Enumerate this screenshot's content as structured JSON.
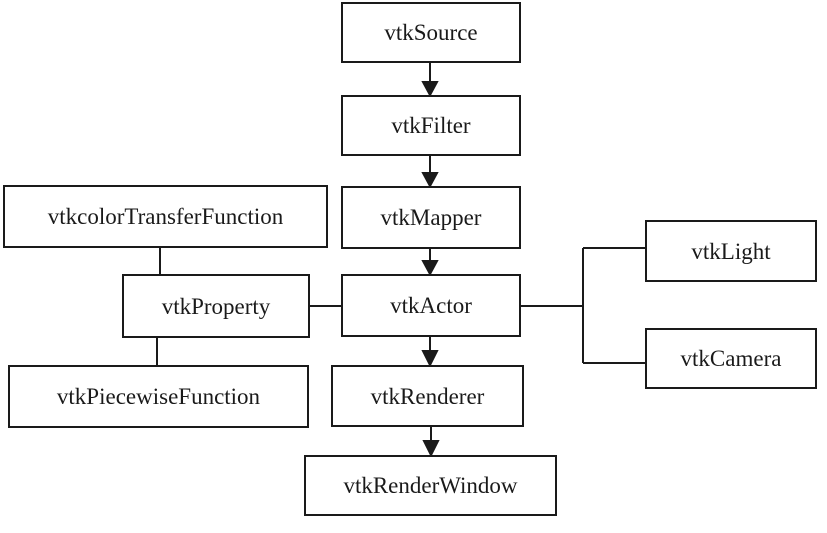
{
  "diagram": {
    "type": "flowchart",
    "nodes": {
      "source": "vtkSource",
      "filter": "vtkFilter",
      "mapper": "vtkMapper",
      "actor": "vtkActor",
      "renderer": "vtkRenderer",
      "render_window": "vtkRenderWindow",
      "color_transfer_function": "vtkcolorTransferFunction",
      "property": "vtkProperty",
      "piecewise_function": "vtkPiecewiseFunction",
      "light": "vtkLight",
      "camera": "vtkCamera"
    },
    "edges": [
      {
        "from": "vtkSource",
        "to": "vtkFilter",
        "style": "arrow"
      },
      {
        "from": "vtkFilter",
        "to": "vtkMapper",
        "style": "arrow"
      },
      {
        "from": "vtkMapper",
        "to": "vtkActor",
        "style": "arrow"
      },
      {
        "from": "vtkActor",
        "to": "vtkRenderer",
        "style": "arrow"
      },
      {
        "from": "vtkRenderer",
        "to": "vtkRenderWindow",
        "style": "arrow"
      },
      {
        "from": "vtkcolorTransferFunction",
        "to": "vtkProperty",
        "style": "line"
      },
      {
        "from": "vtkProperty",
        "to": "vtkPiecewiseFunction",
        "style": "line"
      },
      {
        "from": "vtkProperty",
        "to": "vtkActor",
        "style": "line"
      },
      {
        "from": "vtkActor",
        "to": "vtkLight",
        "style": "line"
      },
      {
        "from": "vtkActor",
        "to": "vtkCamera",
        "style": "line"
      }
    ]
  },
  "colors": {
    "stroke": "#1a1a1a",
    "node_fill": "#ffffff",
    "background": "#ffffff"
  }
}
